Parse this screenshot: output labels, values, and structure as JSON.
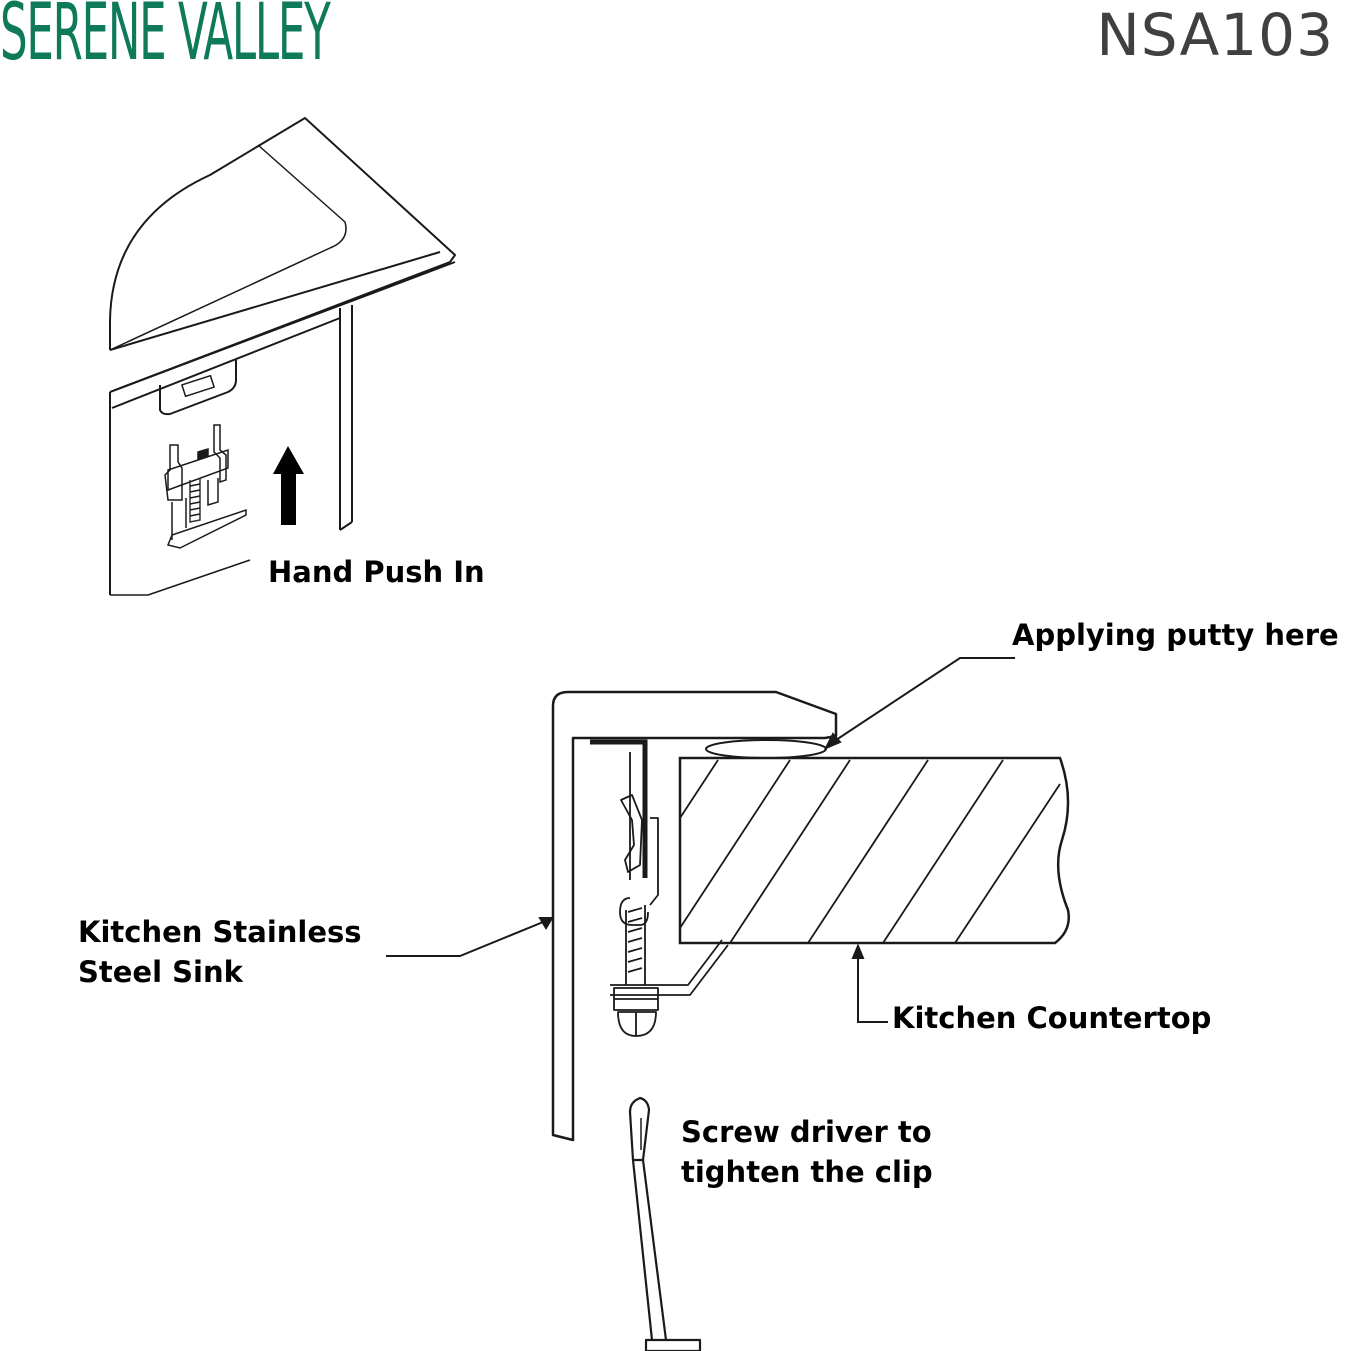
{
  "header": {
    "brand": "SERENE VALLEY",
    "model": "NSA103"
  },
  "colors": {
    "brand": "#0e7a5a",
    "model": "#404040",
    "line": "#1a1a1a"
  },
  "labels": {
    "hand_push_in": "Hand Push In",
    "applying_putty": "Applying putty here",
    "sink_line1": "Kitchen Stainless",
    "sink_line2": "Steel Sink",
    "countertop": "Kitchen Countertop",
    "screwdriver_line1": "Screw driver to",
    "screwdriver_line2": "tighten the clip"
  }
}
